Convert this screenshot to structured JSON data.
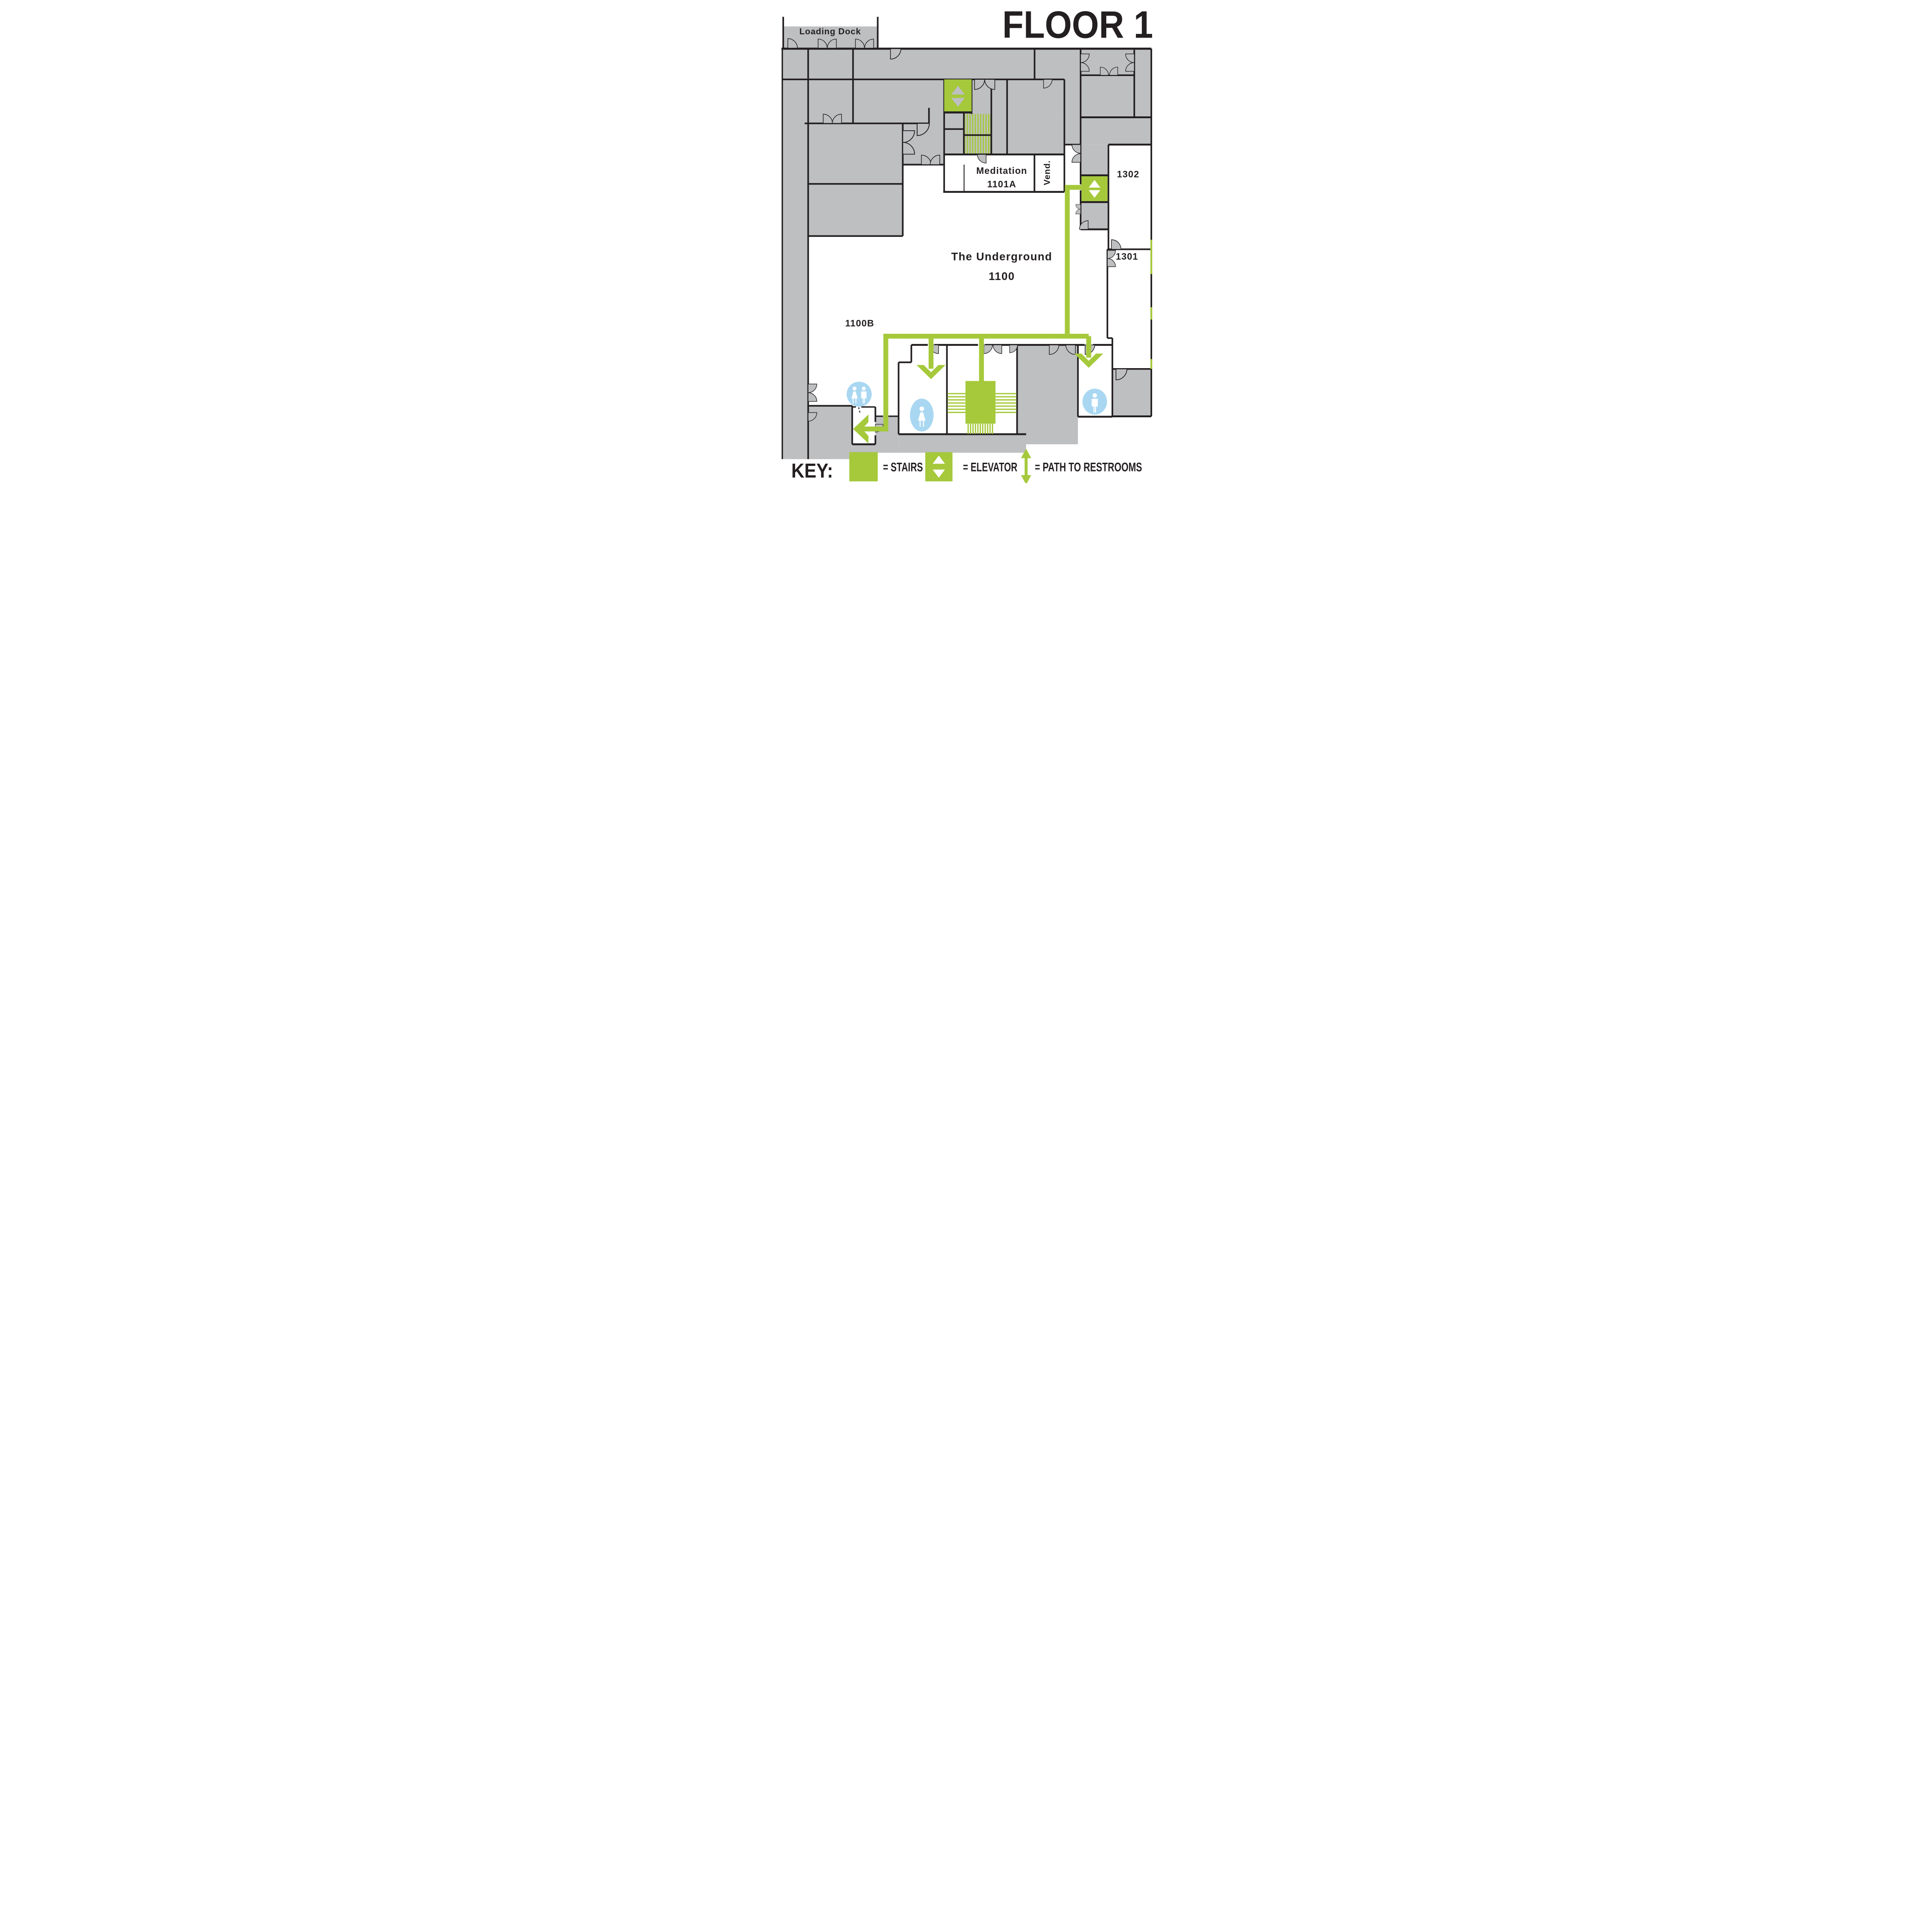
{
  "title": "FLOOR 1",
  "colors": {
    "accent_green": "#a5c93b",
    "floor_gray": "#bdbfc1",
    "wall_ink": "#231f20",
    "restroom_blue": "#a9d7f2",
    "dashed_line": "#595056"
  },
  "rooms": {
    "loading_dock": {
      "label": "Loading Dock"
    },
    "meditation": {
      "label": "Meditation",
      "number": "1101A"
    },
    "vending": {
      "label": "Vend."
    },
    "room_1302": {
      "label": "1302"
    },
    "room_1301": {
      "label": "1301"
    },
    "underground": {
      "label": "The Underground",
      "number": "1100"
    },
    "room_1100b": {
      "label": "1100B"
    }
  },
  "icons": {
    "unisex_restroom": "unisex-restroom-icon",
    "womens_restroom": "womens-restroom-icon",
    "mens_restroom": "mens-restroom-icon",
    "elevator": "elevator-up-down-icon",
    "stairs": "stairs-swatch-icon",
    "path_arrow": "path-double-arrow-icon"
  },
  "key": {
    "label": "KEY:",
    "items": [
      {
        "symbol": "stairs-swatch",
        "label": "= STAIRS"
      },
      {
        "symbol": "elevator-swatch",
        "label": "= ELEVATOR"
      },
      {
        "symbol": "path-arrow",
        "label": "= PATH TO RESTROOMS"
      }
    ]
  }
}
